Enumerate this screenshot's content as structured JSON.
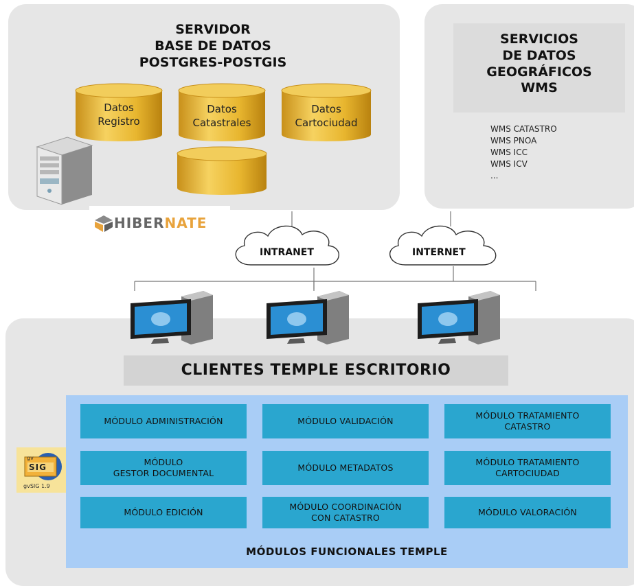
{
  "server": {
    "title_lines": [
      "SERVIDOR",
      "BASE DE DATOS",
      "POSTGRES-POSTGIS"
    ],
    "databases": [
      {
        "lines": [
          "Datos",
          "Registro"
        ]
      },
      {
        "lines": [
          "Datos",
          "Catastrales"
        ]
      },
      {
        "lines": [
          "Datos",
          "Cartociudad"
        ]
      }
    ],
    "orm_logo": {
      "prefix": "HIBER",
      "suffix": "NATE"
    }
  },
  "wms": {
    "title_lines": [
      "SERVICIOS",
      "DE DATOS",
      "GEOGRÁFICOS",
      "WMS"
    ],
    "services": [
      "WMS CATASTRO",
      "WMS PNOA",
      "WMS ICC",
      "WMS ICV",
      "..."
    ]
  },
  "networks": {
    "intranet": "INTRANET",
    "internet": "INTERNET"
  },
  "clients": {
    "title": "CLIENTES TEMPLE ESCRITORIO",
    "gvsig_logo": {
      "top": "gv",
      "main": "SIG",
      "version": "gvSIG 1.9"
    }
  },
  "modules": {
    "items": [
      {
        "lines": [
          "MÓDULO ADMINISTRACIÓN"
        ]
      },
      {
        "lines": [
          "MÓDULO VALIDACIÓN"
        ]
      },
      {
        "lines": [
          "MÓDULO TRATAMIENTO",
          "CATASTRO"
        ]
      },
      {
        "lines": [
          "MÓDULO",
          "GESTOR DOCUMENTAL"
        ]
      },
      {
        "lines": [
          "MÓDULO METADATOS"
        ]
      },
      {
        "lines": [
          "MÓDULO TRATAMIENTO",
          "CARTOCIUDAD"
        ]
      },
      {
        "lines": [
          "MÓDULO EDICIÓN"
        ]
      },
      {
        "lines": [
          "MÓDULO COORDINACIÓN",
          "CON CATASTRO"
        ]
      },
      {
        "lines": [
          "MÓDULO VALORACIÓN"
        ]
      }
    ],
    "footer": "MÓDULOS FUNCIONALES TEMPLE"
  },
  "colors": {
    "panel": "#e6e6e6",
    "module_box": "#a9cdf6",
    "module_tile": "#2aa6cf",
    "cylinder_gold": "#e8b62f",
    "hibernate_orange": "#e8a33c"
  }
}
